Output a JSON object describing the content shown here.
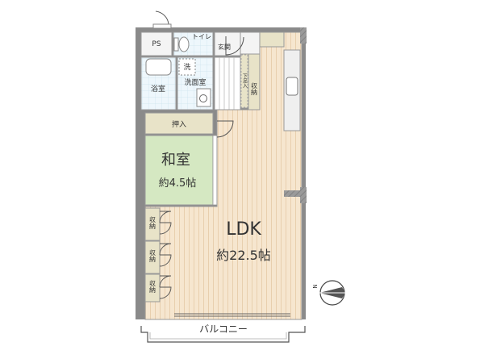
{
  "rooms": {
    "ps": "PS",
    "toilet": "トイレ",
    "entrance": "玄関",
    "shoe_storage": "下足入",
    "washing": "洗",
    "bathroom": "浴室",
    "washroom": "洗面室",
    "storage_hall": "収納",
    "closet": "押入",
    "washitsu_name": "和室",
    "washitsu_size": "約4.5帖",
    "storage_1": "収納",
    "storage_2": "収納",
    "storage_3": "収納",
    "ldk_name": "LDK",
    "ldk_size": "約22.5帖",
    "balcony": "バルコニー"
  },
  "compass": {
    "north": "N"
  },
  "colors": {
    "wall": "#8a8a8a",
    "ldk_floor": "#f6e6cf",
    "tatami": "#d5e8c2",
    "wet_area": "#e3f2fb",
    "storage": "#e8e3c8",
    "entrance": "#f4f4f4"
  }
}
